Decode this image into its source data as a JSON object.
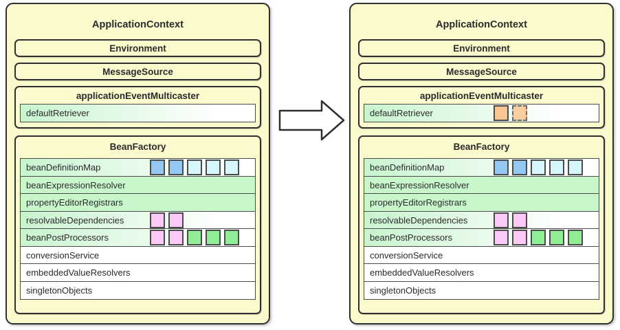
{
  "colors": {
    "panel_yellow": "#FBFACD",
    "row_green_solid": "#C9F7CC",
    "row_gradient_green": "#C8F4CF",
    "row_white": "#FFFFFF",
    "border_dark": "#2F2F2F",
    "border_gray": "#4A4A4A",
    "blue": "#94C7F2",
    "cyan": "#D6F6FB",
    "pink": "#FBC9F5",
    "green": "#90EE96",
    "orange": "#F8C695",
    "orange_light": "#F9CD9F"
  },
  "icons": {
    "arrow": "right-block-arrow"
  },
  "panel": {
    "title": "ApplicationContext",
    "environment": "Environment",
    "message_source": "MessageSource",
    "event_multicaster_title": "applicationEventMulticaster",
    "default_retriever_label": "defaultRetriever",
    "bean_factory_title": "BeanFactory",
    "bean_factory_rows": [
      {
        "label": "beanDefinitionMap",
        "squares": [
          "blue",
          "blue",
          "cyan",
          "cyan",
          "cyan"
        ]
      },
      {
        "label": "beanExpressionResolver",
        "squares": []
      },
      {
        "label": "propertyEditorRegistrars",
        "squares": []
      },
      {
        "label": "resolvableDependencies",
        "squares": [
          "pink",
          "pink"
        ]
      },
      {
        "label": "beanPostProcessors",
        "squares": [
          "pink",
          "pink",
          "green",
          "green",
          "green"
        ]
      },
      {
        "label": "conversionService",
        "squares": []
      },
      {
        "label": "embeddedValueResolvers",
        "squares": []
      },
      {
        "label": "singletonObjects",
        "squares": []
      }
    ]
  },
  "before_panel": {
    "default_retriever_squares": []
  },
  "after_panel": {
    "default_retriever_squares": [
      "orange",
      "orange-dashed"
    ]
  }
}
